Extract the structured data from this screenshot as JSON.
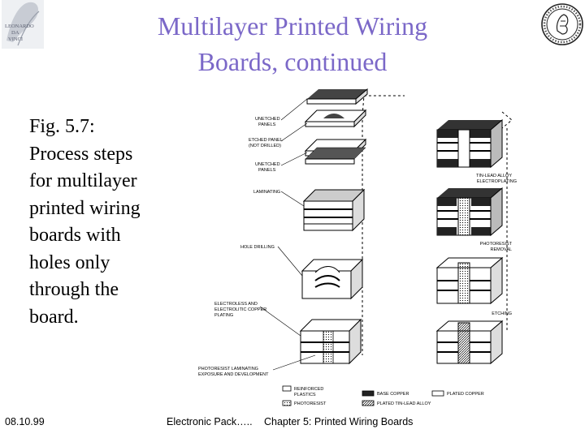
{
  "slide": {
    "title_line1": "Multilayer Printed Wiring",
    "title_line2": "Boards, continued",
    "caption_lines": [
      "Fig. 5.7:",
      "Process steps",
      "for multilayer",
      "printed wiring",
      "boards with",
      "holes only",
      "through the",
      "board."
    ]
  },
  "logo_left": {
    "lines": [
      "LEONARDO",
      "DA",
      "VINCI"
    ]
  },
  "figure": {
    "left_labels": [
      [
        "UNETCHED",
        "PANELS"
      ],
      [
        "ETCHED PANEL",
        "(NOT DRILLED)"
      ],
      [
        "UNETCHED",
        "PANELS"
      ],
      [
        "LAMINATING"
      ],
      [
        "HOLE DRILLING"
      ],
      [
        "ELECTROLESS AND",
        "ELECTROLITIC COPPER",
        "PLATING"
      ],
      [
        "PHOTORESIST LAMINATING",
        "EXPOSURE AND DEVELOPMENT"
      ]
    ],
    "right_labels": [
      [
        "TIN-LEAD ALLOY",
        "ELECTROPLATING"
      ],
      [
        "PHOTORESIST",
        "REMOVAL"
      ],
      [
        "ETCHING"
      ]
    ],
    "legend": {
      "reinforced": [
        "REINFORCED",
        "PLASTICS"
      ],
      "photoresist": "PHOTORESIST",
      "base_copper": "BASE COPPER",
      "plated_tin_lead": "PLATED TIN-LEAD ALLOY",
      "plated_copper": "PLATED COPPER"
    }
  },
  "footer": {
    "date": "08.10.99",
    "course": "Electronic Pack…..",
    "chapter": "Chapter 5: Printed Wiring Boards"
  },
  "colors": {
    "title": "#7b68c8",
    "text": "#000000",
    "background": "#ffffff"
  }
}
